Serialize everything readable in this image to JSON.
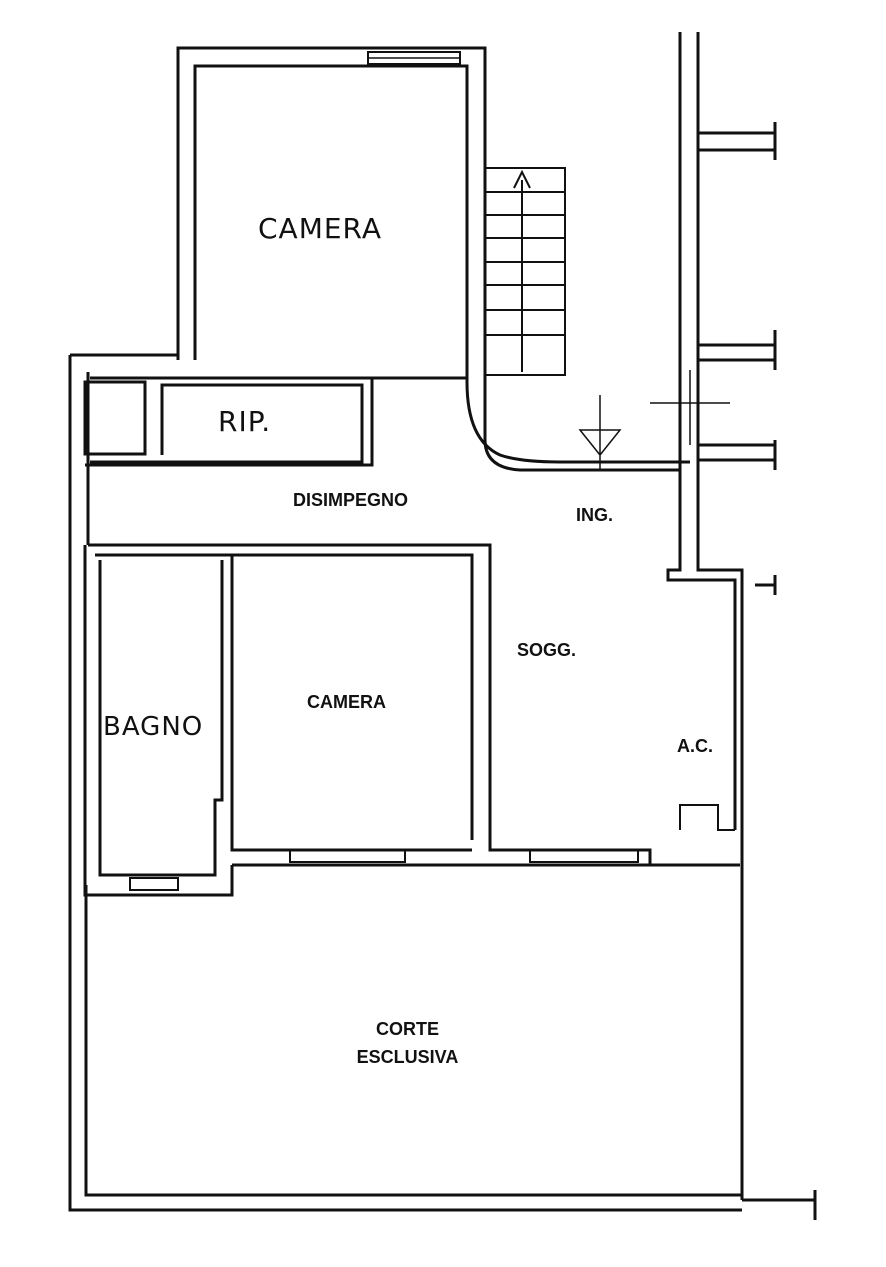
{
  "rooms": {
    "camera_top": "CAMERA",
    "ripostiglio": "RIP.",
    "disimpegno": "DISIMPEGNO",
    "ingresso": "ING.",
    "soggiorno": "SOGG.",
    "camera": "CAMERA",
    "bagno": "BAGNO",
    "angolo_cottura": "A.C.",
    "corte_line1": "CORTE",
    "corte_line2": "ESCLUSIVA"
  },
  "colors": {
    "ink": "#111111",
    "paper": "#ffffff"
  }
}
